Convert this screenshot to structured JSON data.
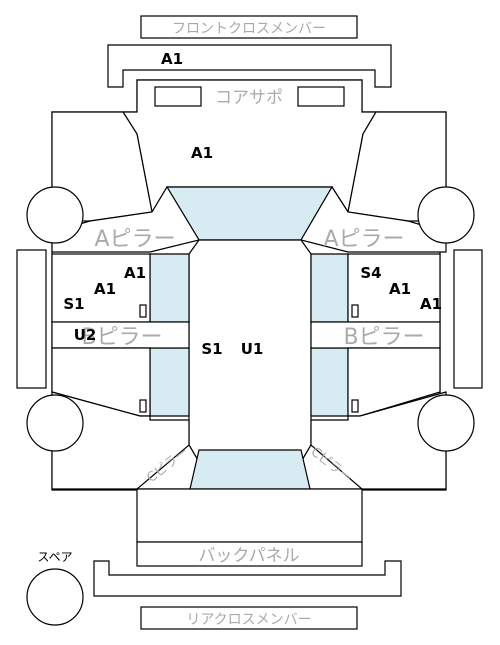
{
  "labels": {
    "front_cross_member": "フロントクロスメンバー",
    "core_support": "コアサポ",
    "a_pillar_left": "Aピラー",
    "a_pillar_right": "Aピラー",
    "b_pillar_left": "Bピラー",
    "b_pillar_right": "Bピラー",
    "c_pillar_left": "Cピラー",
    "c_pillar_right": "Cピラー",
    "back_panel": "バックパネル",
    "rear_cross_member": "リアクロスメンバー",
    "spare": "スペア"
  },
  "codes": {
    "front_cross_member": "A1",
    "hood": "A1",
    "left_a1_upper": "A1",
    "left_a1_lower": "A1",
    "left_s1": "S1",
    "left_u2": "U2",
    "roof_s1": "S1",
    "roof_u1": "U1",
    "right_s4": "S4",
    "right_a1_upper": "A1",
    "right_a1_lower": "A1"
  },
  "colors": {
    "glass": "#d6ecf2",
    "outline": "#000000",
    "label_gray": "#aaaaaa"
  }
}
